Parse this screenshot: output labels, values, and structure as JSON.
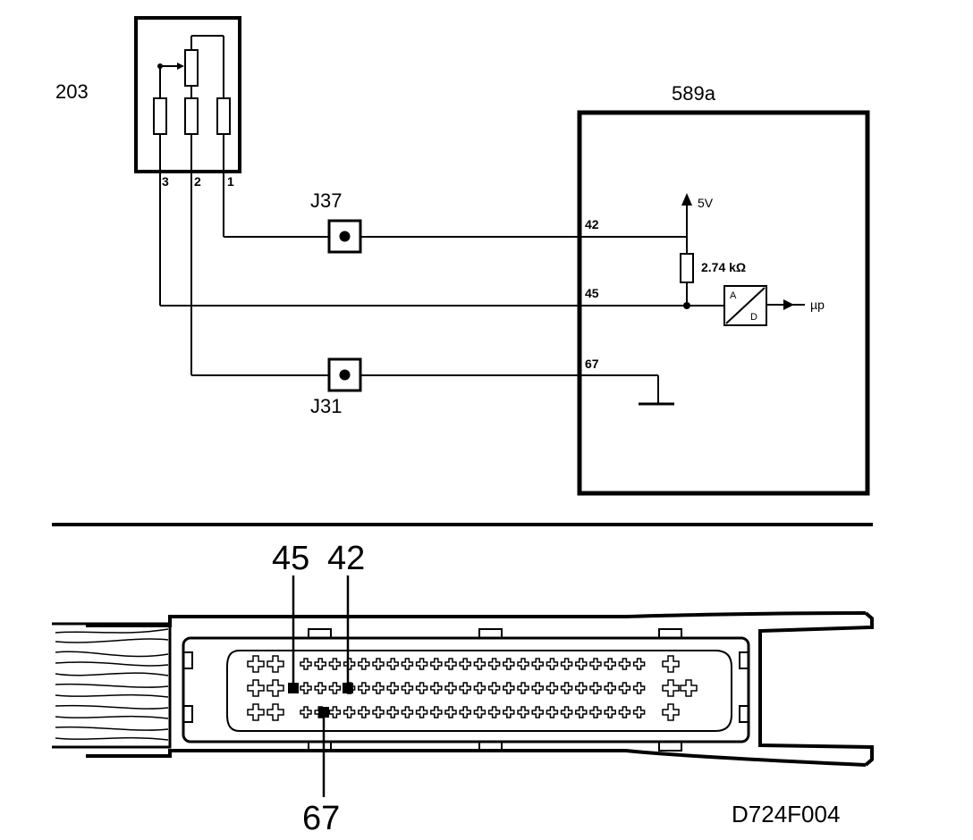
{
  "components": {
    "sensor": "203",
    "ecu": "589a"
  },
  "sensor_pins": [
    "3",
    "2",
    "1"
  ],
  "junctions": {
    "top": "J37",
    "bottom": "J31"
  },
  "ecu_pins": [
    "42",
    "45",
    "67"
  ],
  "supply": "5V",
  "resistor": "2.74 kΩ",
  "adc": {
    "a": "A",
    "d": "D"
  },
  "output": "µp",
  "connector_callouts": [
    "45",
    "42",
    "67"
  ],
  "figure_code": "D724F004",
  "colors": {
    "line": "#000000",
    "background": "#ffffff"
  }
}
